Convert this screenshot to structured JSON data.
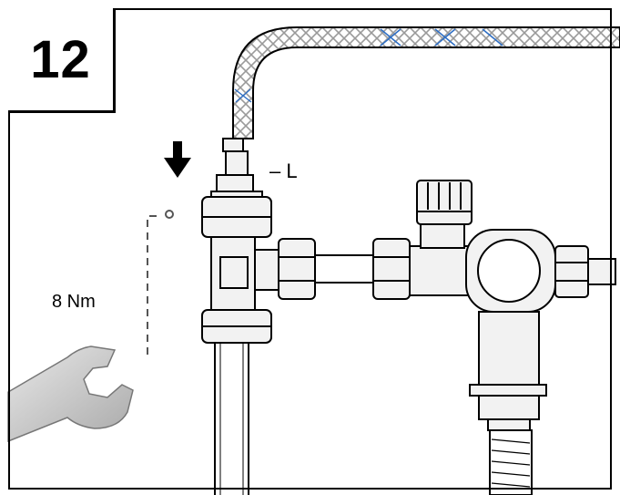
{
  "step": {
    "number": "12"
  },
  "labels": {
    "torque": "8 Nm",
    "length": "– L"
  },
  "icons": {
    "arrow": "down-arrow-icon",
    "tool": "wrench-icon"
  },
  "colors": {
    "line": "#000000",
    "hose_braid": "#9a9a9a",
    "hose_accent": "#2f6fc4",
    "part_fill": "#f2f2f2",
    "wrench_fill": "#cfcfcf"
  }
}
